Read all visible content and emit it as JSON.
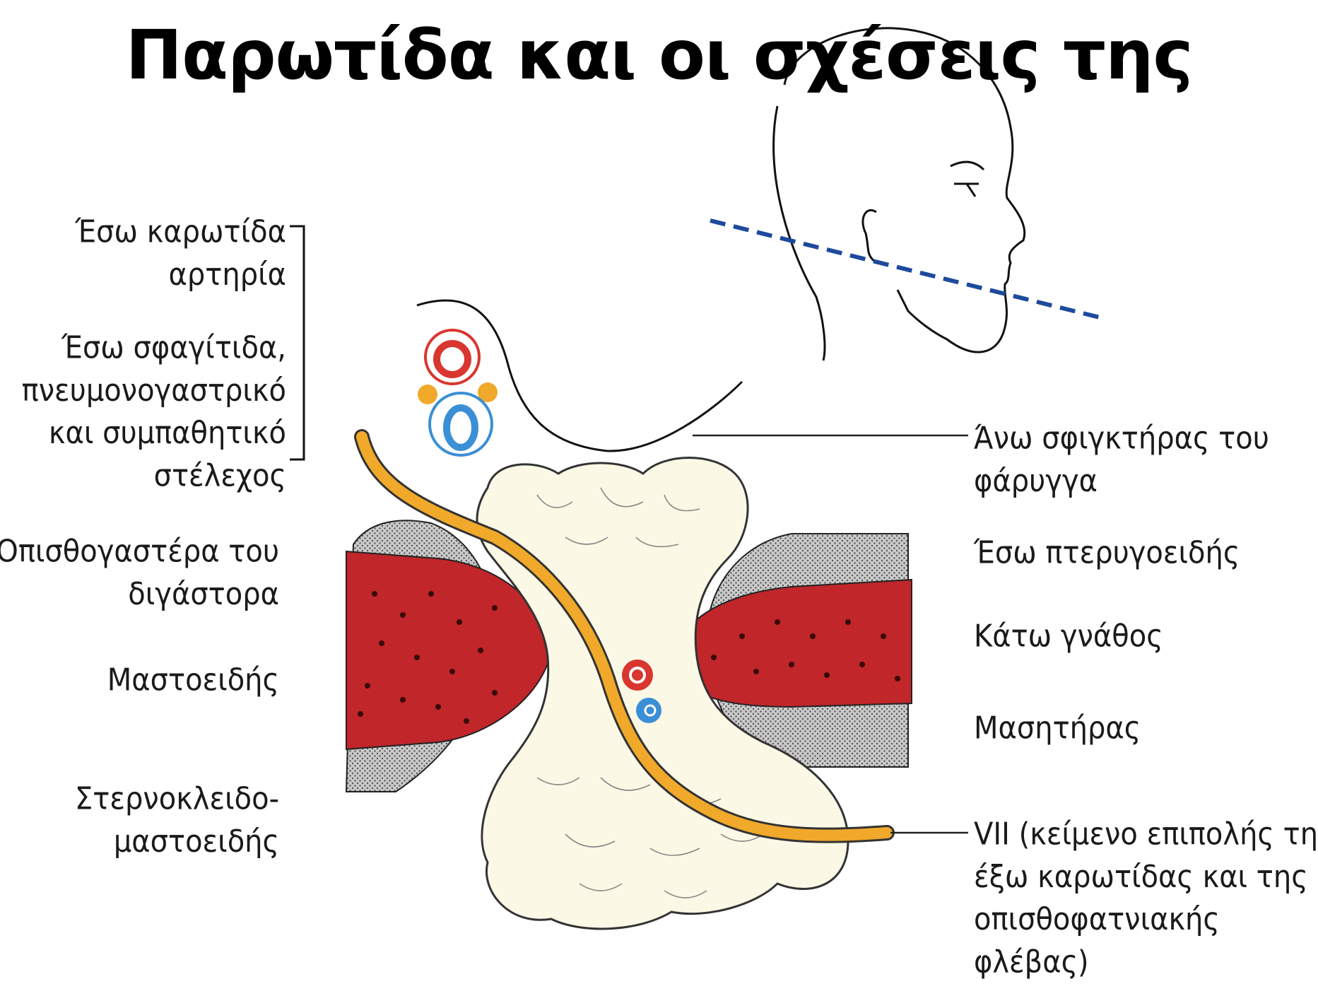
{
  "title": "Παρωτίδα και οι σχέσεις της",
  "labels_left": {
    "internal_carotid": [
      "Έσω καρωτίδα",
      "αρτηρία"
    ],
    "internal_jugular": [
      "Έσω σφαγίτιδα,",
      "πνευμονογαστρικό",
      "και συμπαθητικό",
      "στέλεχος"
    ],
    "digastric": [
      "Οπισθογαστέρα του",
      "διγάστορα"
    ],
    "mastoid": [
      "Μαστοειδής"
    ],
    "sternocleidomastoid": [
      "Στερνοκλειδο-",
      "μαστοειδής"
    ]
  },
  "labels_right": {
    "superior_constrictor": [
      "Άνω σφιγκτήρας του",
      "φάρυγγα"
    ],
    "lateral_pterygoid": [
      "Έσω πτερυγοειδής"
    ],
    "mandible": [
      "Κάτω γνάθος"
    ],
    "masseter": [
      "Μασητήρας"
    ],
    "facial_nerve": [
      "VII (κείμενο επιπολής της",
      "έξω καρωτίδας και της",
      "οπισθοφατνιακής",
      "φλέβας)"
    ]
  },
  "colors": {
    "muscle_red": "#c0262a",
    "nerve_yellow": "#f0a92a",
    "artery_red": "#d9362f",
    "vein_blue": "#3b8fd6",
    "gland": "#fbf8e6",
    "grey_muscle": "#9a9a9a"
  }
}
